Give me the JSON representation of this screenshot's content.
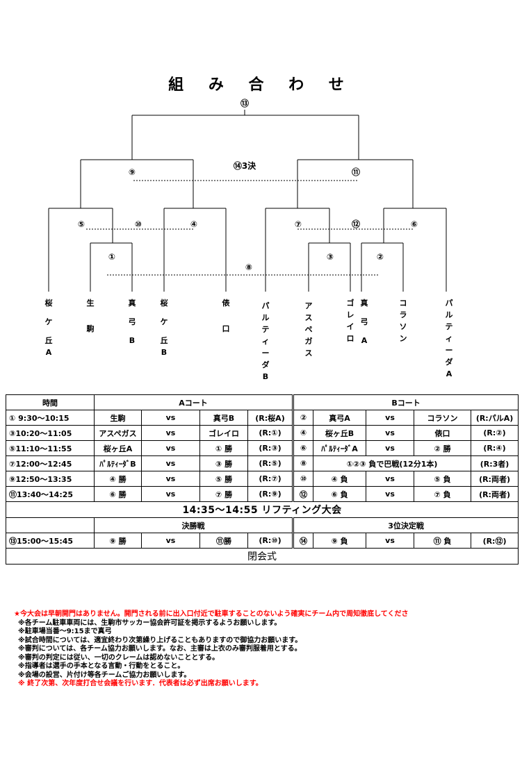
{
  "title": "組 み 合 わ せ",
  "bracket": {
    "final": "⑬",
    "third_place": "⑭3決",
    "semi_left": "⑨",
    "semi_right": "⑪",
    "m5": "⑤",
    "m10": "⑩",
    "m4": "④",
    "m7": "⑦",
    "m12": "⑫",
    "m6": "⑥",
    "m1": "①",
    "m3": "③",
    "m2": "②",
    "m8": "⑧"
  },
  "teams": [
    [
      "桜",
      "ケ",
      "丘",
      "A"
    ],
    [
      "生",
      "駒"
    ],
    [
      "真",
      "弓",
      "B"
    ],
    [
      "桜",
      "ケ",
      "丘",
      "B"
    ],
    [
      "俵",
      "口"
    ],
    [
      "パ",
      "ル",
      "テ",
      "ィ",
      "ー",
      "ダ",
      "B"
    ],
    [
      "ア",
      "ス",
      "ペ",
      "ガ",
      "ス"
    ],
    [
      "ゴ",
      "レ",
      "イ",
      "ロ"
    ],
    [
      "真",
      "弓",
      "A"
    ],
    [
      "コ",
      "ラ",
      "ソ",
      "ン"
    ],
    [
      "パ",
      "ル",
      "テ",
      "ィ",
      "ー",
      "ダ",
      "A"
    ]
  ],
  "schedule": {
    "header": {
      "time": "時間",
      "court_a": "Aコート",
      "court_b": "Bコート"
    },
    "rows": [
      {
        "time": "①  9:30～10:15",
        "a_home": "生駒",
        "a_vs": "vs",
        "a_away": "真弓B",
        "a_ref": "(R:桜A)",
        "b_no": "②",
        "b_home": "真弓A",
        "b_vs": "vs",
        "b_away": "コラソン",
        "b_ref": "(R:パルA)"
      },
      {
        "time": "③10:20～11:05",
        "a_home": "アスペガス",
        "a_vs": "vs",
        "a_away": "ゴレイロ",
        "a_ref": "(R:①)",
        "b_no": "④",
        "b_home": "桜ヶ丘B",
        "b_vs": "vs",
        "b_away": "俵口",
        "b_ref": "(R:②)"
      },
      {
        "time": "⑤11:10～11:55",
        "a_home": "桜ヶ丘A",
        "a_vs": "vs",
        "a_away": "① 勝",
        "a_ref": "(R:③)",
        "b_no": "⑥",
        "b_home": "ﾊﾟﾙﾃｨｰﾀﾞA",
        "b_vs": "vs",
        "b_away": "② 勝",
        "b_ref": "(R:④)"
      },
      {
        "time": "⑦12:00～12:45",
        "a_home": "ﾊﾟﾙﾃｨｰﾀﾞB",
        "a_vs": "vs",
        "a_away": "③ 勝",
        "a_ref": "(R:⑤)",
        "b_no": "⑧",
        "b_merged": "①②③ 負で巴戦(12分1本)",
        "b_ref": "(R:3者)"
      },
      {
        "time": "⑨12:50～13:35",
        "a_home": "④ 勝",
        "a_vs": "vs",
        "a_away": "⑤ 勝",
        "a_ref": "(R:⑦)",
        "b_no": "⑩",
        "b_home": "④ 負",
        "b_vs": "vs",
        "b_away": "⑤ 負",
        "b_ref": "(R:両者)"
      },
      {
        "time": "⑪13:40～14:25",
        "a_home": "⑥ 勝",
        "a_vs": "vs",
        "a_away": "⑦ 勝",
        "a_ref": "(R:⑨)",
        "b_no": "⑫",
        "b_home": "⑥ 負",
        "b_vs": "vs",
        "b_away": "⑦ 負",
        "b_ref": "(R:両者)"
      }
    ],
    "lifting": "14:35～14:55  リフティング大会",
    "final_header": {
      "final": "決勝戦",
      "third": "3位決定戦"
    },
    "final_row": {
      "time": "⑬15:00～15:45",
      "a_home": "⑨ 勝",
      "a_vs": "vs",
      "a_away": "⑪勝",
      "a_ref": "(R:⑩)",
      "b_no": "⑭",
      "b_home": "⑨ 負",
      "b_vs": "vs",
      "b_away": "⑪ 負",
      "b_ref": "(R:⑫)"
    },
    "closing": "閉会式"
  },
  "notes": {
    "n1": "★今大会は早朝開門はありません。開門される前に出入口付近で駐車することのないよう確実にチーム内で周知徹底してくださ",
    "n2": "※各チーム駐車車両には、生駒市サッカー協会許可証を掲示するようお願いします。",
    "n3": "※駐車場当番～9:15まで真弓",
    "n4": "※試合時間については、適宜終わり次第繰り上げることもありますので御協力お願います。",
    "n5": "※審判については、各チーム協力お願いします。なお、主審は上衣のみ審判服着用とする。",
    "n6": "※審判の判定には従い、一切のクレームは認めないこととする。",
    "n7": "※指導者は選手の手本となる言動・行動をとること。",
    "n8": "※会場の設営、片付け等各チームご協力お願いします。",
    "n9": "※  終了次第、次年度打合せ会議を行います．代表者は必ず出席お願いします。"
  },
  "colors": {
    "warning": "#ff0000",
    "text": "#000000"
  }
}
